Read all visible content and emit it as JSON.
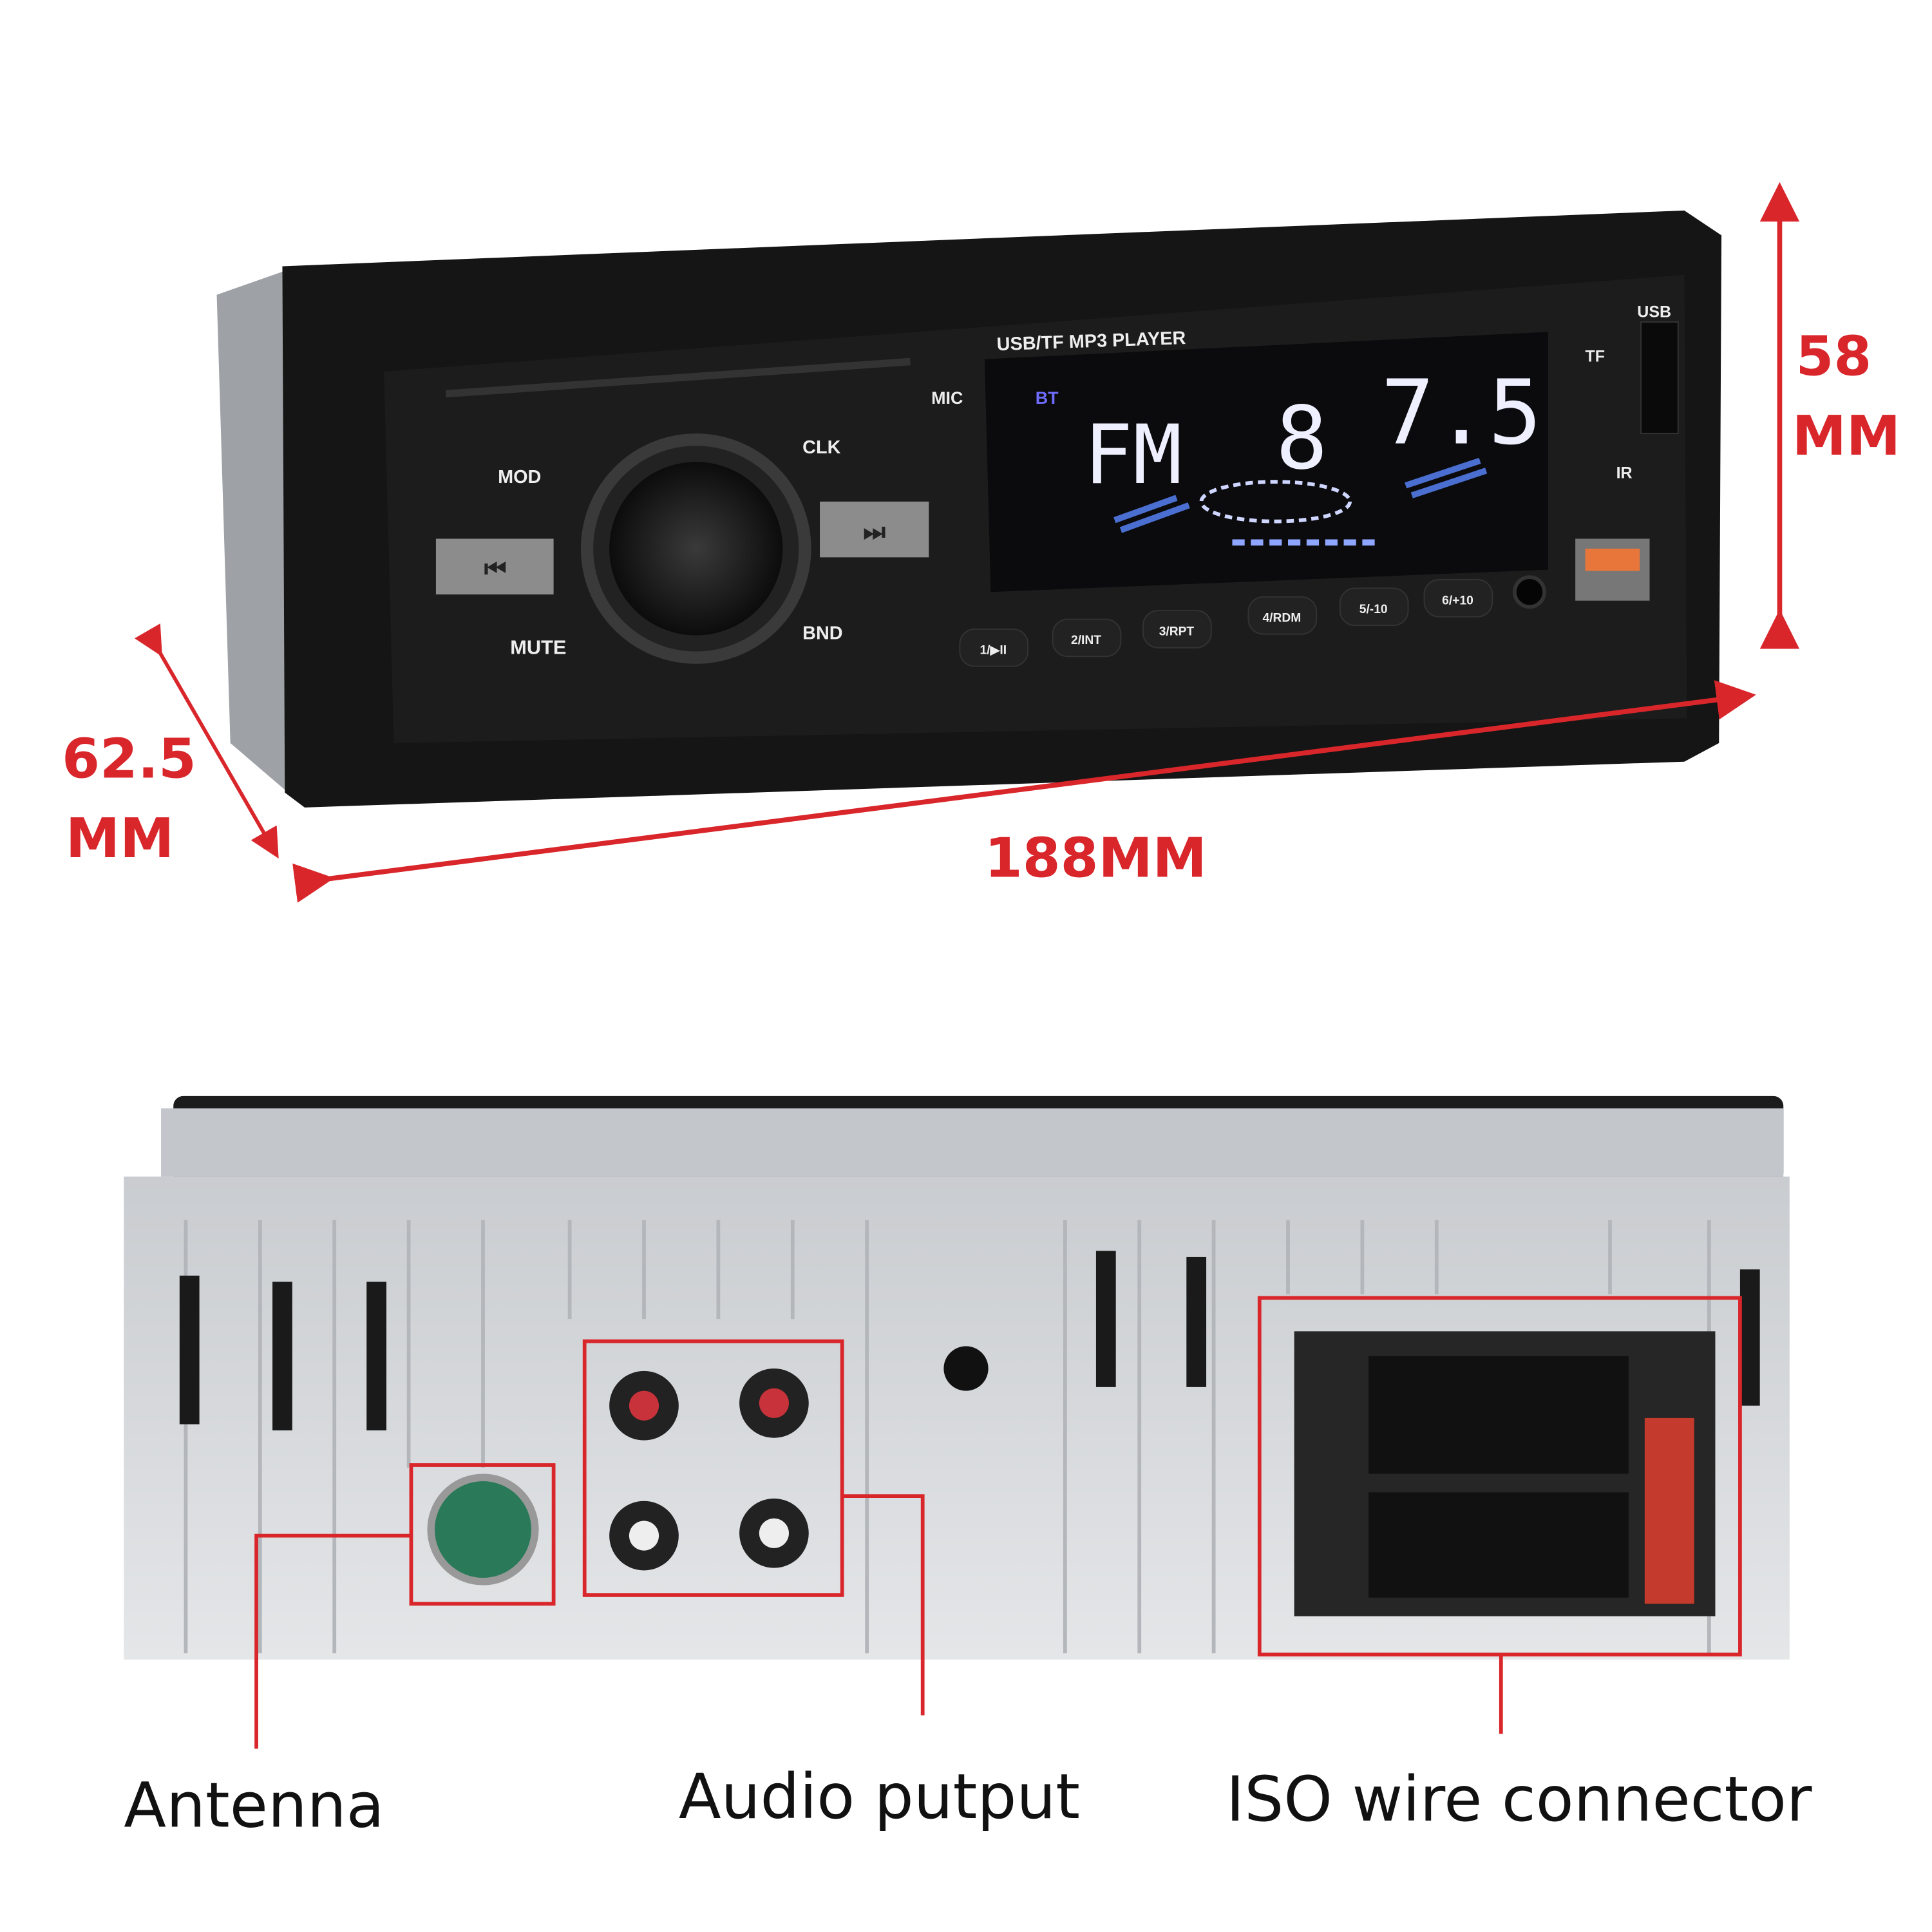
{
  "colors": {
    "accent_red": "#d9262b",
    "display_glow": "#eef0ff",
    "bt_badge": "#6f6cff",
    "usb_port": "#e8763a",
    "chassis_silver": "#d7d9dc",
    "faceplate": "#151515"
  },
  "front": {
    "brand_text": "USB/TF MP3 PLAYER",
    "mic": "MIC",
    "clk": "CLK",
    "mod": "MOD",
    "mute": "MUTE",
    "bnd": "BND",
    "prev_icon": "skip-previous-icon",
    "next_icon": "skip-next-icon",
    "display": {
      "bt": "BT",
      "band": "FM",
      "freq_a": "8",
      "freq_b": "7.5"
    },
    "tf": "TF",
    "usb": "USB",
    "ir": "IR",
    "presets": [
      "1/▶II",
      "2/INT",
      "3/RPT",
      "4/RDM",
      "5/-10",
      "6/+10"
    ]
  },
  "dimensions": {
    "height": "58",
    "height_unit": "MM",
    "depth": "62.5",
    "depth_unit": "MM",
    "width": "188MM"
  },
  "back": {
    "antenna_label": "Antenna",
    "audio_label": "Audio putput",
    "iso_label": "ISO wire connector"
  }
}
